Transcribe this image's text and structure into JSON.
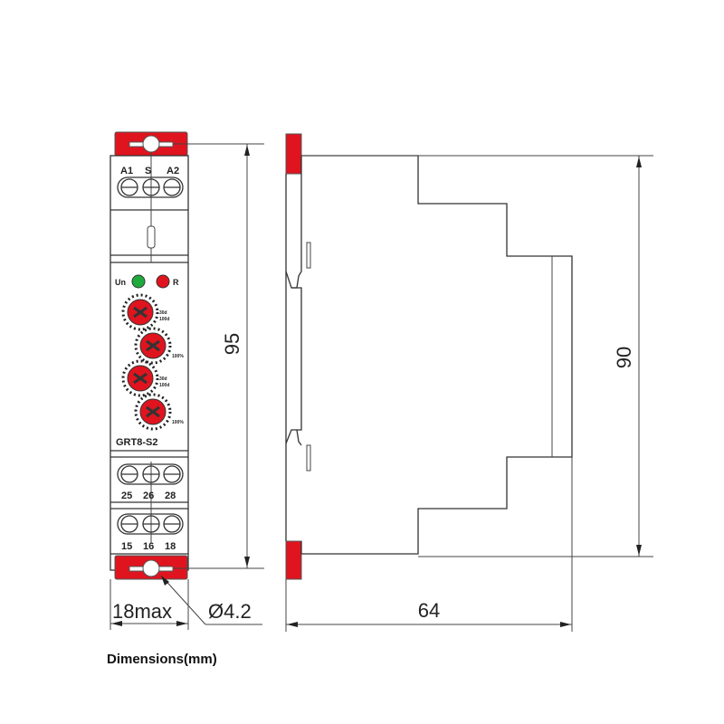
{
  "front_view": {
    "top_terminals": [
      "A1",
      "S",
      "A2"
    ],
    "led_labels": {
      "power": "Un",
      "relay": "R"
    },
    "led_colors": {
      "power": "#1faa3c",
      "relay": "#e0141e"
    },
    "dial_labels": {
      "range_a": "30d",
      "range_b": "100d",
      "percent": "100%"
    },
    "model": "GRT8-S2",
    "middle_terminals": [
      "25",
      "26",
      "28"
    ],
    "bottom_terminals": [
      "15",
      "16",
      "18"
    ],
    "clip_color": "#e0141e"
  },
  "dimensions": {
    "height_front": "95",
    "height_side": "90",
    "depth": "64",
    "width": "18max",
    "hole": "Ø4.2"
  },
  "caption": "Dimensions(mm)"
}
